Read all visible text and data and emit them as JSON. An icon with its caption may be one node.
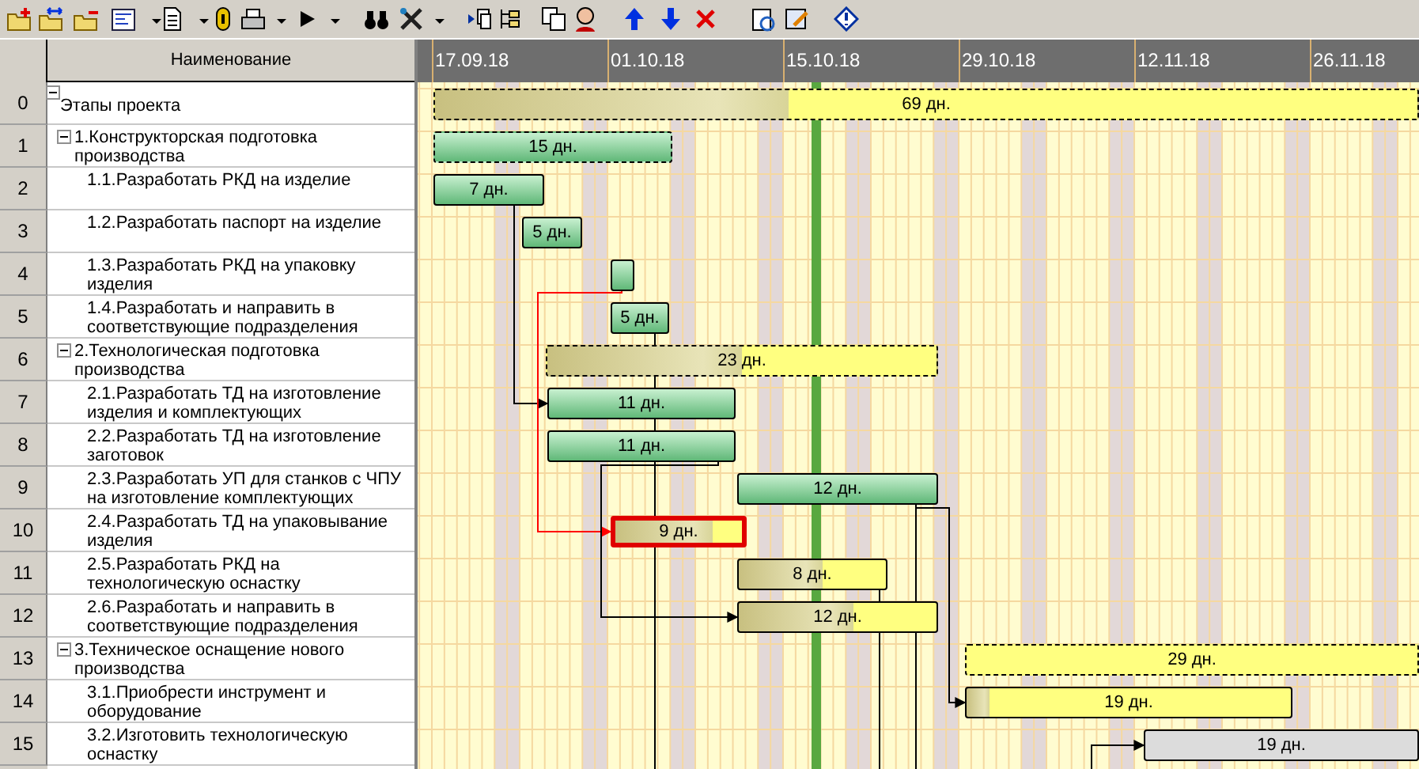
{
  "diagram": {
    "nodes": [
      {
        "text": [
          "69 дн."
        ]
      },
      {
        "text": [
          "15 дн."
        ]
      },
      {
        "text": [
          "7 дн."
        ]
      },
      {
        "text": [
          "5 дн."
        ]
      },
      {
        "text": [],
        "shape": "bar"
      },
      {
        "text": [
          "5 дн."
        ]
      },
      {
        "text": [
          "23 дн."
        ]
      },
      {
        "text": [
          "11 дн."
        ]
      },
      {
        "text": [
          "11 дн."
        ]
      },
      {
        "text": [
          "12 дн."
        ]
      },
      {
        "text": [
          "9 дн."
        ]
      },
      {
        "text": [
          "8 дн."
        ]
      },
      {
        "text": [
          "12 дн."
        ]
      },
      {
        "text": [
          "29 дн."
        ]
      },
      {
        "text": [
          "19 дн."
        ]
      },
      {
        "text": [
          "19 дн."
        ]
      }
    ],
    "edges": [
      {
        "from": 2,
        "to": 7,
        "arrow": "to"
      },
      {
        "from": 4,
        "to": 10,
        "arrow": "to",
        "color": "#ff0000"
      },
      {
        "from": 5,
        "to": null,
        "arrow": "none"
      },
      {
        "from": 8,
        "to": 12,
        "arrow": "to"
      },
      {
        "from": 9,
        "to": 14,
        "arrow": "to"
      },
      {
        "from": 9,
        "to": null,
        "arrow": "none"
      },
      {
        "from": 11,
        "to": null,
        "arrow": "none"
      },
      {
        "from": null,
        "to": 15,
        "arrow": "to"
      }
    ],
    "labels": [
      "Наименование",
      "17.09.18",
      "01.10.18",
      "15.10.18",
      "29.10.18",
      "12.11.18",
      "26.11.18",
      "0",
      "Этапы проекта",
      "1",
      "1.Конструкторская подготовка производства",
      "2",
      "1.1.Разработать РКД на изделие",
      "3",
      "1.2.Разработать паспорт на изделие",
      "4",
      "1.3.Разработать РКД на упаковку изделия",
      "5",
      "1.4.Разработать и направить в соответствующие подразделения",
      "6",
      "2.Технологическая подготовка производства",
      "7",
      "2.1.Разработать ТД на изготовление изделия и комплектующих",
      "8",
      "2.2.Разработать ТД на изготовление заготовок",
      "9",
      "2.3.Разработать УП для станков с ЧПУ на изготовление комплектующих",
      "10",
      "2.4.Разработать ТД на упаковывание изделия",
      "11",
      "2.5.Разработать РКД на технологическую оснастку",
      "12",
      "2.6.Разработать и направить в соответствующие подразделения",
      "13",
      "3.Техническое оснащение нового производства",
      "14",
      "3.1.Приобрести инструмент и оборудование",
      "15",
      "3.2.Изготовить технологическую оснастку"
    ]
  }
}
